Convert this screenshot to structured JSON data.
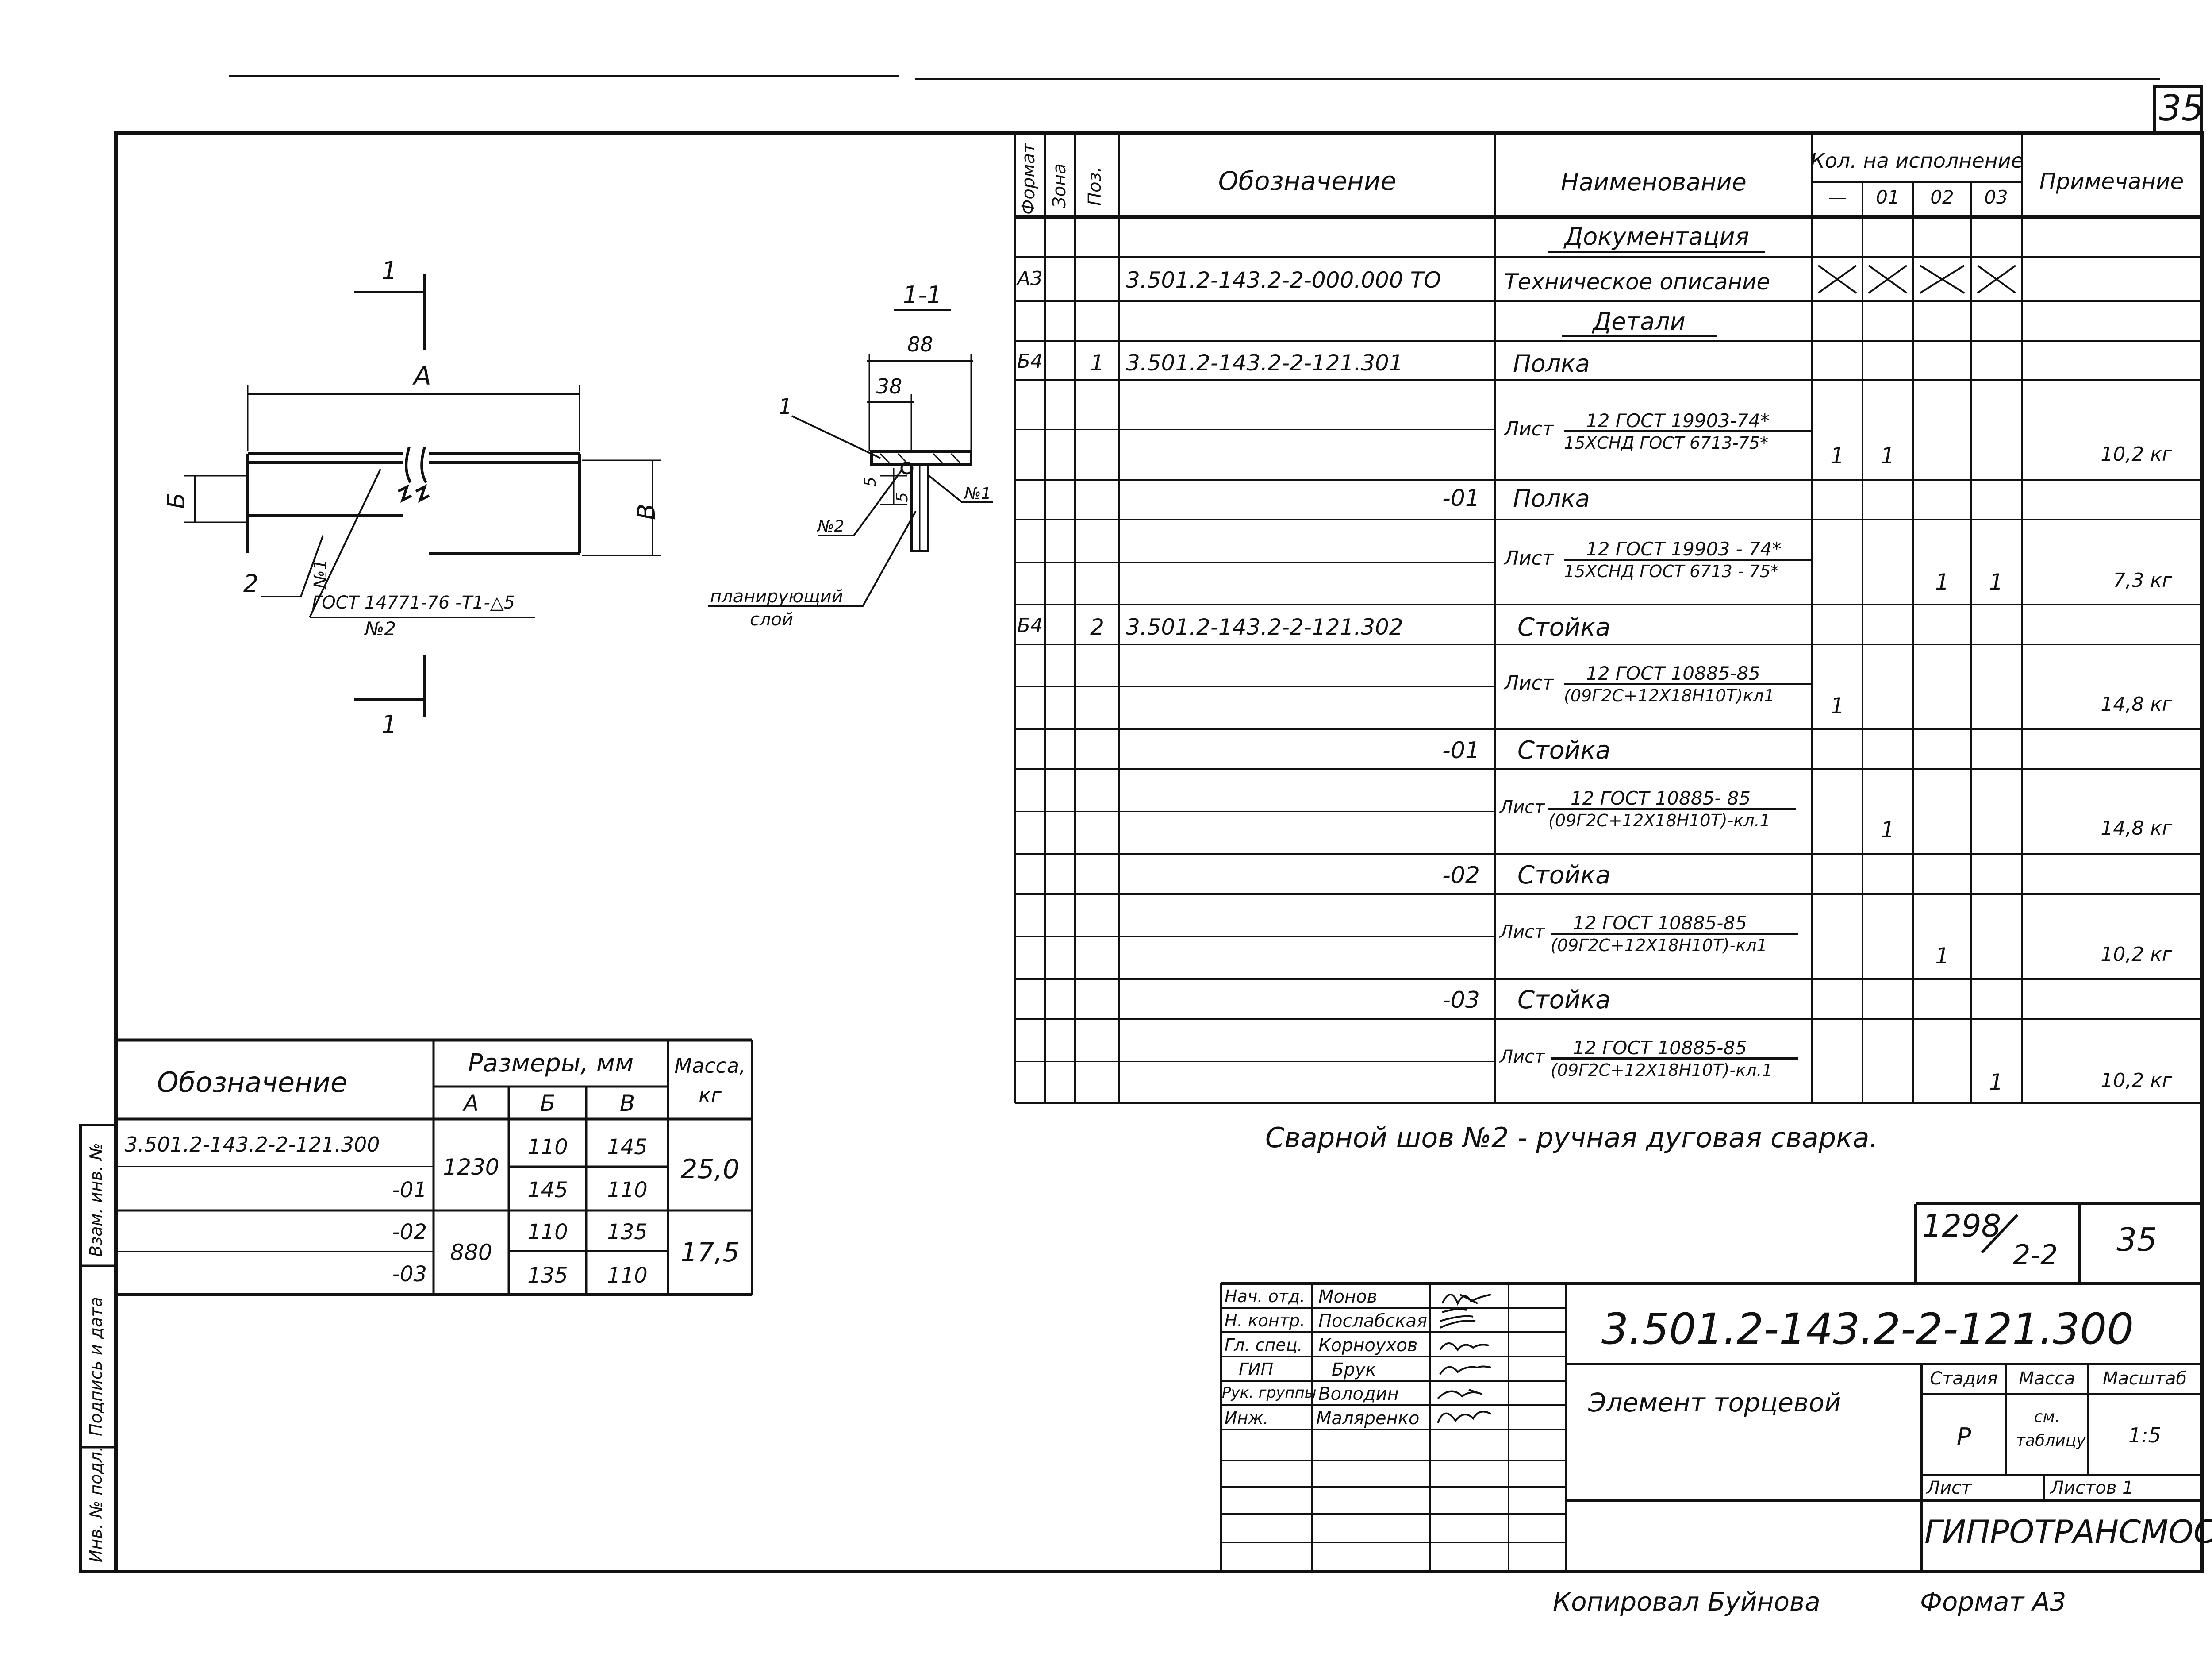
{
  "sheet_number": "35",
  "drawing": {
    "section_label": "1-1",
    "cut_label_top": "1",
    "cut_label_bottom": "1",
    "dim_a": "А",
    "dim_b": "Б",
    "dim_v": "В",
    "dim_88": "88",
    "dim_38": "38",
    "dim_5a": "5",
    "dim_5b": "5",
    "pos_1": "1",
    "pos_2": "2",
    "weld_no1_left": "№1",
    "weld_no1_section": "№1",
    "weld_no2_section": "№2",
    "weld_gost": "ГОСТ 14771-76 -Т1-△5",
    "weld_no2_label": "№2",
    "planing_layer_line1": "планирующий",
    "planing_layer_line2": "слой"
  },
  "spec": {
    "headers": {
      "format": "Формат",
      "zone": "Зона",
      "pos": "Поз.",
      "designation": "Обозначение",
      "name": "Наименование",
      "qty": "Кол. на исполнение",
      "qty_cols": [
        "—",
        "01",
        "02",
        "03"
      ],
      "note": "Примечание"
    },
    "section_docs": "Документация",
    "section_parts": "Детали",
    "rows": [
      {
        "format": "А3",
        "pos": "",
        "designation": "3.501.2-143.2-2-000.000 ТО",
        "name": "Техническое описание",
        "crossed": true,
        "note": ""
      },
      {
        "format": "Б4",
        "pos": "1",
        "designation": "3.501.2-143.2-2-121.301",
        "name": "Полка",
        "note": ""
      },
      {
        "kind": "frac",
        "prefix": "Лист",
        "top": "12 ГОСТ 19903-74*",
        "bottom": "15ХСНД ГОСТ 6713-75*",
        "q": [
          "1",
          "1",
          "",
          ""
        ],
        "note": "10,2 кг"
      },
      {
        "designation": "-01",
        "name": "Полка"
      },
      {
        "kind": "frac",
        "prefix": "Лист",
        "top": "12 ГОСТ 19903 - 74*",
        "bottom": "15ХСНД ГОСТ 6713 - 75*",
        "q": [
          "",
          "",
          "1",
          "1"
        ],
        "note": "7,3 кг"
      },
      {
        "format": "Б4",
        "pos": "2",
        "designation": "3.501.2-143.2-2-121.302",
        "name": "Стойка"
      },
      {
        "kind": "frac",
        "prefix": "Лист",
        "top": "12 ГОСТ 10885-85",
        "bottom": "(09Г2С+12Х18Н10Т)кл1",
        "q": [
          "1",
          "",
          "",
          ""
        ],
        "note": "14,8 кг"
      },
      {
        "designation": "-01",
        "name": "Стойка"
      },
      {
        "kind": "frac",
        "prefix": "Лист",
        "top": "12 ГОСТ 10885- 85",
        "bottom": "(09Г2С+12Х18Н10Т)-кл.1",
        "q": [
          "",
          "1",
          "",
          ""
        ],
        "note": "14,8 кг"
      },
      {
        "designation": "-02",
        "name": "Стойка"
      },
      {
        "kind": "frac",
        "prefix": "Лист",
        "top": "12 ГОСТ 10885-85",
        "bottom": "(09Г2С+12Х18Н10Т)-кл1",
        "q": [
          "",
          "",
          "1",
          ""
        ],
        "note": "10,2 кг"
      },
      {
        "designation": "-03",
        "name": "Стойка"
      },
      {
        "kind": "frac",
        "prefix": "Лист",
        "top": "12 ГОСТ 10885-85",
        "bottom": "(09Г2С+12Х18Н10Т)-кл.1",
        "q": [
          "",
          "",
          "",
          "1"
        ],
        "note": "10,2 кг"
      }
    ]
  },
  "weld_note": "Сварной шов №2 - ручная дуговая сварка.",
  "dims_table": {
    "header_designation": "Обозначение",
    "header_sizes": "Размеры, мм",
    "header_mass": "Масса, кг",
    "cols": [
      "А",
      "Б",
      "В"
    ],
    "rows": [
      {
        "designation": "3.501.2-143.2-2-121.300",
        "a": "1230",
        "b": "110",
        "v": "145",
        "mass": "25,0"
      },
      {
        "designation": "-01",
        "a": "",
        "b": "145",
        "v": "110",
        "mass": ""
      },
      {
        "designation": "-02",
        "a": "880",
        "b": "110",
        "v": "135",
        "mass": "17,5"
      },
      {
        "designation": "-03",
        "a": "",
        "b": "135",
        "v": "110",
        "mass": ""
      }
    ]
  },
  "side_stamp": [
    "Взам. инв. №",
    "Подпись и дата",
    "Инв. № подл."
  ],
  "title_block": {
    "sheet_code_main": "1298",
    "sheet_code_sub": "2-2",
    "sheet_page": "35",
    "doc_number": "3.501.2-143.2-2-121.300",
    "doc_title": "Элемент торцевой",
    "staff": [
      {
        "role": "Нач. отд.",
        "name": "Монов"
      },
      {
        "role": "Н. контр.",
        "name": "Послабская"
      },
      {
        "role": "Гл. спец.",
        "name": "Корноухов"
      },
      {
        "role": "ГИП",
        "name": "Брук"
      },
      {
        "role": "Рук. группы",
        "name": "Володин"
      },
      {
        "role": "Инж.",
        "name": "Маляренко"
      }
    ],
    "stage_label": "Стадия",
    "mass_label": "Масса",
    "scale_label": "Масштаб",
    "stage_value": "Р",
    "mass_value": "см. таблицу",
    "scale_value": "1:5",
    "sheet_label": "Лист",
    "sheets_label": "Листов 1",
    "organization": "ГИПРОТРАНСМОСТ"
  },
  "footer": {
    "copied": "Копировал Буйнова",
    "format": "Формат А3"
  }
}
